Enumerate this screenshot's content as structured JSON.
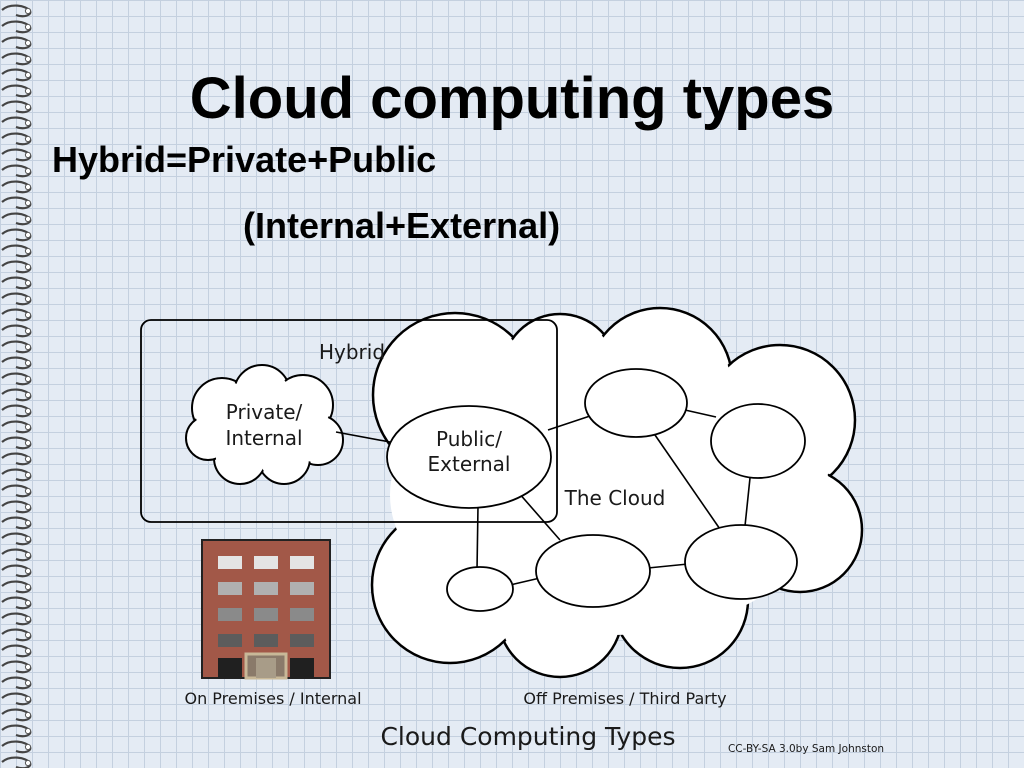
{
  "slide": {
    "title": "Cloud computing types",
    "subtitle_line1": "Hybrid=Private+Public",
    "subtitle_line2": "(Internal+External)"
  },
  "diagram": {
    "hybrid_label": "Hybrid",
    "private_line1": "Private/",
    "private_line2": "Internal",
    "public_line1": "Public/",
    "public_line2": "External",
    "cloud_label": "The Cloud",
    "on_premises_label": "On Premises / Internal",
    "off_premises_label": "Off Premises / Third Party",
    "caption": "Cloud Computing Types",
    "credit": "CC-BY-SA 3.0by Sam Johnston"
  },
  "colors": {
    "paper": "#e4ebf4",
    "grid": "#c4d0df",
    "building": "#a25848",
    "window_light": "#e0e0e0",
    "window_dark": "#333333"
  }
}
